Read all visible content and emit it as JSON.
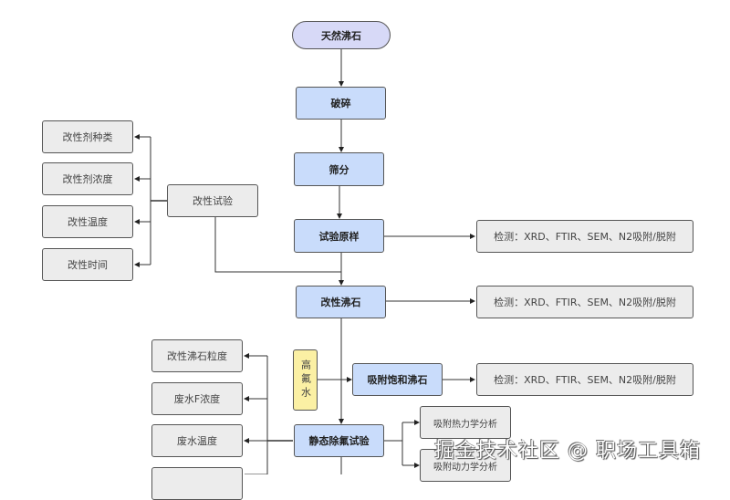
{
  "nodes": {
    "start": "天然沸石",
    "crush": "破碎",
    "sieve": "筛分",
    "raw_sample": "试验原样",
    "modified_zeolite": "改性沸石",
    "modification_test": "改性试验",
    "mod_factors": [
      "改性剂种类",
      "改性剂浓度",
      "改性温度",
      "改性时间"
    ],
    "detection_1": "检测：XRD、FTIR、SEM、N2吸附/脱附",
    "detection_2": "检测：XRD、FTIR、SEM、N2吸附/脱附",
    "detection_3": "检测：XRD、FTIR、SEM、N2吸附/脱附",
    "high_fluoride_water": "高氟水",
    "saturated_zeolite": "吸附饱和沸石",
    "static_defluoride_test": "静态除氟试验",
    "static_factors": [
      "改性沸石粒度",
      "废水F浓度",
      "废水温度"
    ],
    "analysis": [
      "吸附热力学分析",
      "吸附动力学分析"
    ]
  },
  "colors": {
    "process_fill": "#c9dcfb",
    "terminal_fill": "#d7d9f7",
    "factor_fill": "#ececec",
    "input_fill": "#fbf0a4"
  },
  "watermark": "掘金技术社区 @ 职场工具箱"
}
